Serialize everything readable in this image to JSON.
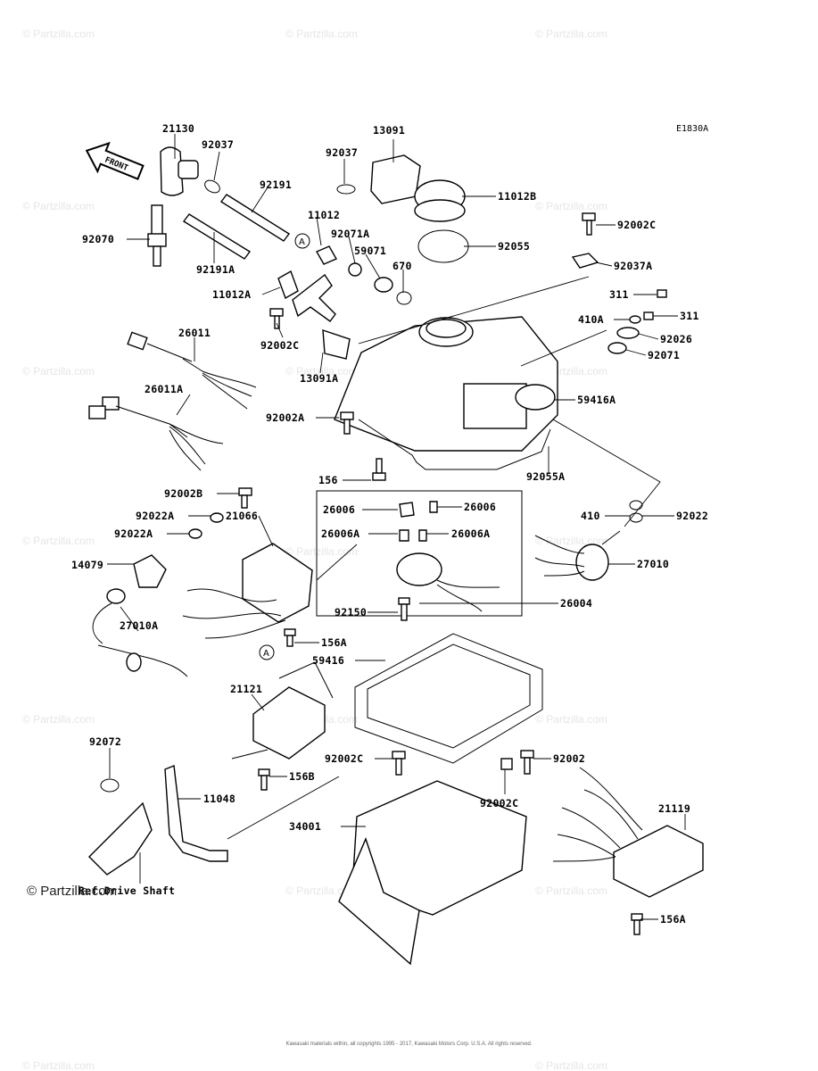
{
  "diagram": {
    "code": "E1830A",
    "front_label": "FRONT",
    "brand": "© Partzilla.com",
    "watermark": "© Partzilla.com",
    "footer": "Kawasaki materials within, all copyrights 1995 - 2017, Kawasaki Motors Corp. U.S.A. All rights reserved.",
    "callouts": [
      {
        "id": "c1",
        "text": "21130"
      },
      {
        "id": "c2",
        "text": "92037"
      },
      {
        "id": "c3",
        "text": "92191"
      },
      {
        "id": "c4",
        "text": "92037"
      },
      {
        "id": "c5",
        "text": "13091"
      },
      {
        "id": "c6",
        "text": "11012B"
      },
      {
        "id": "c7",
        "text": "11012"
      },
      {
        "id": "c8",
        "text": "92071A"
      },
      {
        "id": "c9",
        "text": "59071"
      },
      {
        "id": "c10",
        "text": "92055"
      },
      {
        "id": "c11",
        "text": "92070"
      },
      {
        "id": "c12",
        "text": "92191A"
      },
      {
        "id": "c13",
        "text": "670"
      },
      {
        "id": "c14",
        "text": "92002C"
      },
      {
        "id": "c15",
        "text": "92037A"
      },
      {
        "id": "c16",
        "text": "11012A"
      },
      {
        "id": "c17",
        "text": "311"
      },
      {
        "id": "c18",
        "text": "311"
      },
      {
        "id": "c19",
        "text": "410A"
      },
      {
        "id": "c20",
        "text": "92026"
      },
      {
        "id": "c21",
        "text": "92071"
      },
      {
        "id": "c22",
        "text": "26011"
      },
      {
        "id": "c23",
        "text": "92002C"
      },
      {
        "id": "c24",
        "text": "13091A"
      },
      {
        "id": "c25",
        "text": "26011A"
      },
      {
        "id": "c26",
        "text": "59416A"
      },
      {
        "id": "c27",
        "text": "92002A"
      },
      {
        "id": "c28",
        "text": "92055A"
      },
      {
        "id": "c29",
        "text": "156"
      },
      {
        "id": "c30",
        "text": "92002B"
      },
      {
        "id": "c31",
        "text": "26006"
      },
      {
        "id": "c32",
        "text": "26006"
      },
      {
        "id": "c33",
        "text": "410"
      },
      {
        "id": "c34",
        "text": "92022"
      },
      {
        "id": "c35",
        "text": "92022A"
      },
      {
        "id": "c36",
        "text": "21066"
      },
      {
        "id": "c37",
        "text": "26006A"
      },
      {
        "id": "c38",
        "text": "26006A"
      },
      {
        "id": "c39",
        "text": "92022A"
      },
      {
        "id": "c40",
        "text": "27010"
      },
      {
        "id": "c41",
        "text": "14079"
      },
      {
        "id": "c42",
        "text": "26004"
      },
      {
        "id": "c43",
        "text": "92150"
      },
      {
        "id": "c44",
        "text": "27010A"
      },
      {
        "id": "c45",
        "text": "156A"
      },
      {
        "id": "c46",
        "text": "59416"
      },
      {
        "id": "c47",
        "text": "21121"
      },
      {
        "id": "c48",
        "text": "92072"
      },
      {
        "id": "c49",
        "text": "92002C"
      },
      {
        "id": "c50",
        "text": "92002"
      },
      {
        "id": "c51",
        "text": "156B"
      },
      {
        "id": "c52",
        "text": "11048"
      },
      {
        "id": "c53",
        "text": "92002C"
      },
      {
        "id": "c54",
        "text": "21119"
      },
      {
        "id": "c55",
        "text": "34001"
      },
      {
        "id": "c56",
        "text": "Ref.Drive Shaft"
      },
      {
        "id": "c57",
        "text": "156A"
      }
    ],
    "markers": [
      {
        "id": "m1",
        "text": "A"
      },
      {
        "id": "m2",
        "text": "A"
      }
    ]
  }
}
